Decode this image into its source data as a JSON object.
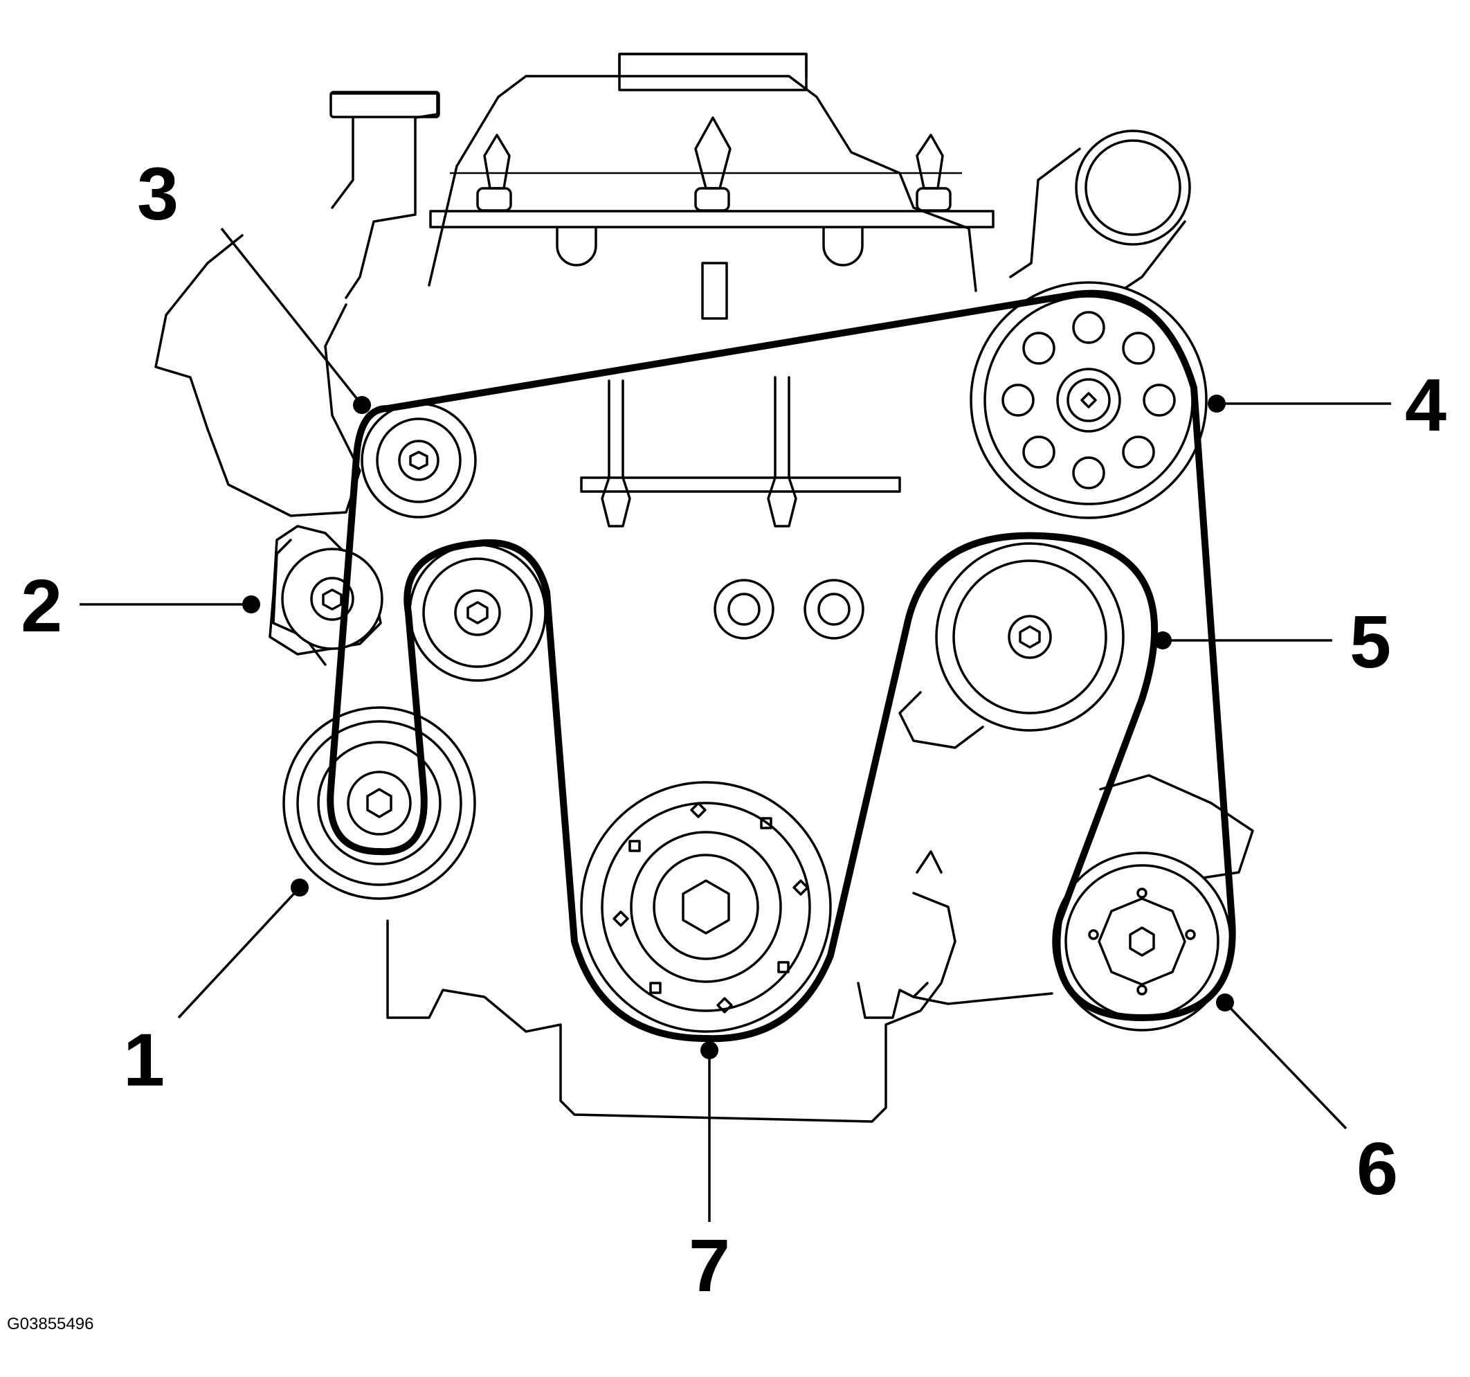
{
  "figure_code": "G03855496",
  "callouts": [
    {
      "label": "1"
    },
    {
      "label": "2"
    },
    {
      "label": "3"
    },
    {
      "label": "4"
    },
    {
      "label": "5"
    },
    {
      "label": "6"
    },
    {
      "label": "7"
    }
  ],
  "colors": {
    "line": "#000000",
    "background": "#ffffff"
  }
}
